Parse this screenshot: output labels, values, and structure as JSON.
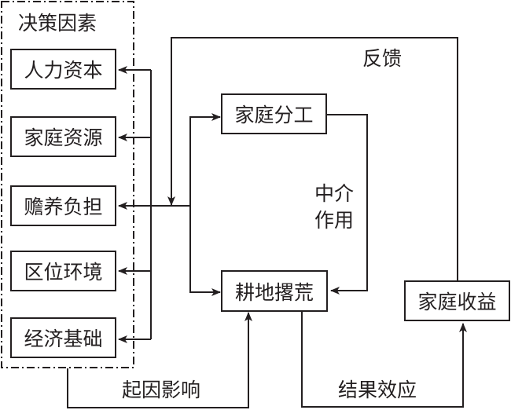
{
  "diagram": {
    "group": {
      "title": "决策因素",
      "factors": [
        {
          "label": "人力资本"
        },
        {
          "label": "家庭资源"
        },
        {
          "label": "赡养负担"
        },
        {
          "label": "区位环境"
        },
        {
          "label": "经济基础"
        }
      ]
    },
    "nodes": {
      "division": "家庭分工",
      "abandon": "耕地撂荒",
      "income": "家庭收益"
    },
    "edge_labels": {
      "feedback": "反馈",
      "mediation_line1": "中介",
      "mediation_line2": "作用",
      "cause": "起因影响",
      "result": "结果效应"
    },
    "colors": {
      "stroke": "#231f20",
      "background": "#ffffff"
    }
  }
}
